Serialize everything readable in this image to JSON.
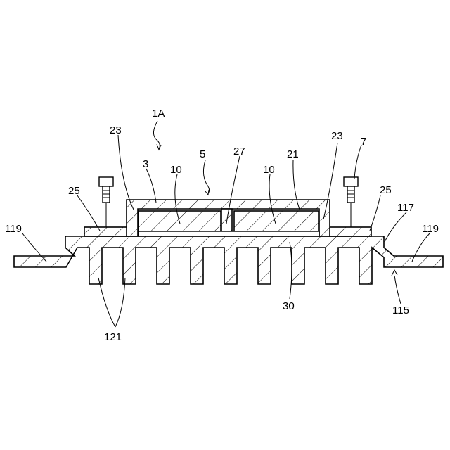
{
  "figure": {
    "labels": {
      "ref_1A": "1A",
      "ref_23_left": "23",
      "ref_23_right": "23",
      "ref_7": "7",
      "ref_5": "5",
      "ref_27": "27",
      "ref_21": "21",
      "ref_3": "3",
      "ref_10_left": "10",
      "ref_10_right": "10",
      "ref_25_left": "25",
      "ref_25_right": "25",
      "ref_117": "117",
      "ref_119_left": "119",
      "ref_119_right": "119",
      "ref_30": "30",
      "ref_115": "115",
      "ref_121": "121"
    }
  }
}
